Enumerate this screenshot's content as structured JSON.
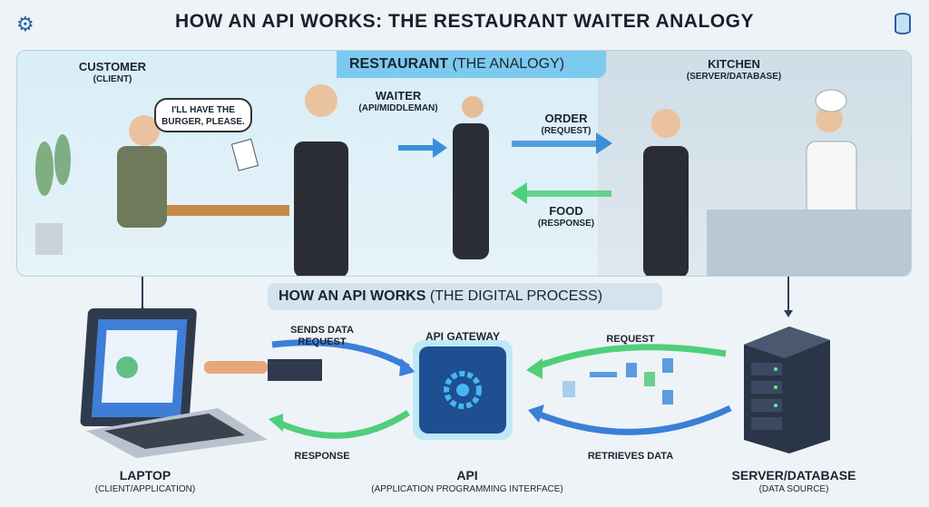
{
  "title": "HOW AN API WORKS: THE RESTAURANT WAITER ANALOGY",
  "analogy": {
    "tab_bold": "RESTAURANT",
    "tab_rest": "(THE ANALOGY)",
    "customer": {
      "label": "CUSTOMER",
      "sub": "(CLIENT)"
    },
    "speech": "I'LL HAVE THE BURGER, PLEASE.",
    "waiter": {
      "label": "WAITER",
      "sub": "(API/MIDDLEMAN)"
    },
    "order": {
      "label": "ORDER",
      "sub": "(REQUEST)"
    },
    "food": {
      "label": "FOOD",
      "sub": "(RESPONSE)"
    },
    "kitchen": {
      "label": "KITCHEN",
      "sub": "(SERVER/DATABASE)"
    }
  },
  "digital": {
    "bar_bold": "HOW AN API WORKS",
    "bar_rest": "(THE DIGITAL PROCESS)",
    "sends": "SENDS DATA REQUEST",
    "gateway": "API GATEWAY",
    "request": "REQUEST",
    "response": "RESPONSE",
    "retrieves": "RETRIEVES DATA",
    "laptop": {
      "label": "LAPTOP",
      "sub": "(CLIENT/APPLICATION)"
    },
    "api": {
      "label": "API",
      "sub": "(APPLICATION PROGRAMMING INTERFACE)"
    },
    "server": {
      "label": "SERVER/DATABASE",
      "sub": "(DATA SOURCE)"
    }
  },
  "colors": {
    "accent": "#7ccaef",
    "request": "#3a7fd8",
    "response": "#4fcf7a"
  }
}
